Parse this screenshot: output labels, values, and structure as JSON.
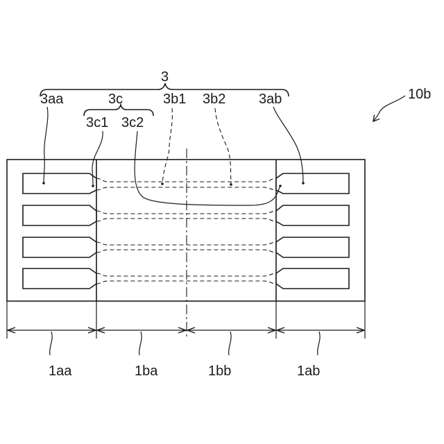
{
  "labels": {
    "figure_ref": "10b",
    "conductor": "3",
    "end_pad_left": "3aa",
    "curved_group": "3c",
    "curved_left": "3c1",
    "curved_right": "3c2",
    "straight_left": "3b1",
    "straight_right": "3b2",
    "end_pad_right": "3ab",
    "zone_left_end": "1aa",
    "zone_center_left": "1ba",
    "zone_center_right": "1bb",
    "zone_right_end": "1ab"
  },
  "icons": [
    "direction-arrow-icon",
    "dimension-arrow-icon"
  ]
}
